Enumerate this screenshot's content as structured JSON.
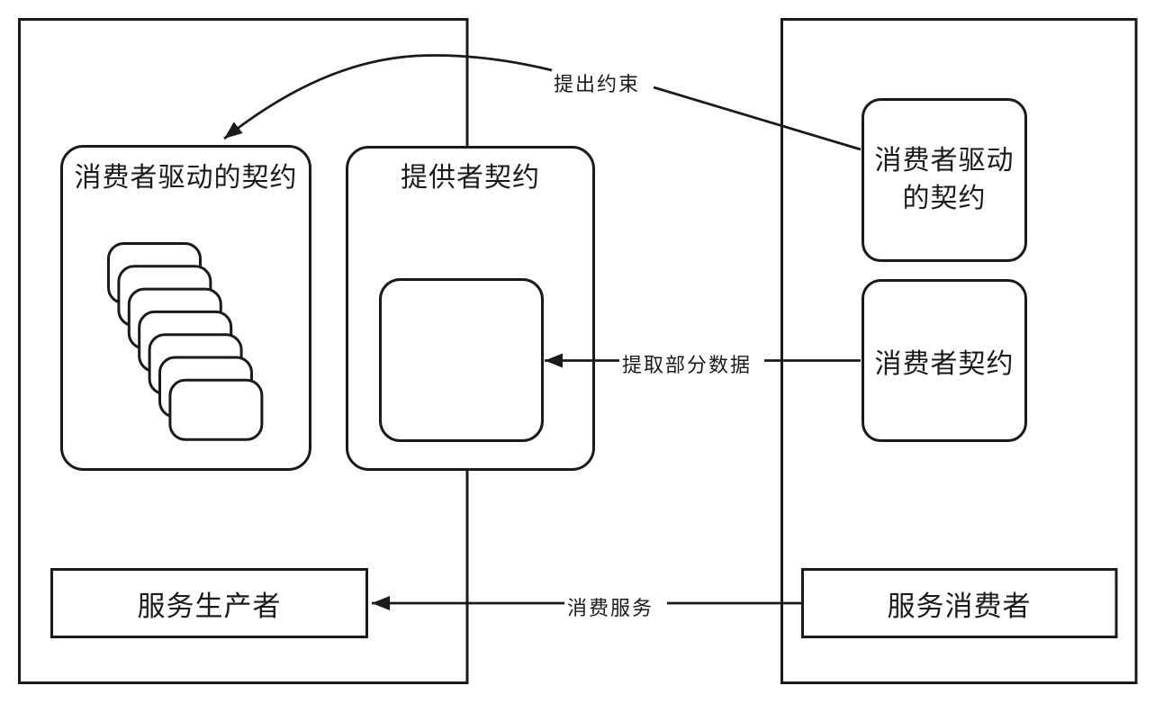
{
  "colors": {
    "stroke": "#1a1a1a",
    "background": "#ffffff"
  },
  "producer_side": {
    "consumer_driven_contracts_box": {
      "title": "消费者驱动的契约"
    },
    "provider_contract_box": {
      "title": "提供者契约"
    },
    "service_producer_box": {
      "label": "服务生产者"
    }
  },
  "consumer_side": {
    "consumer_driven_contract_box": {
      "line1": "消费者驱动",
      "line2": "的契约"
    },
    "consumer_contract_box": {
      "label": "消费者契约"
    },
    "service_consumer_box": {
      "label": "服务消费者"
    }
  },
  "arrows": {
    "propose_constraint": {
      "label": "提出约束"
    },
    "extract_partial_data": {
      "label": "提取部分数据"
    },
    "consume_service": {
      "label": "消费服务"
    }
  }
}
